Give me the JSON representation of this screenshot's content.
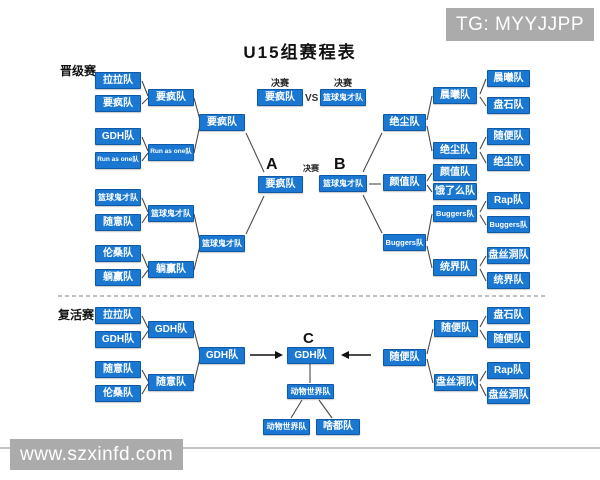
{
  "title": "U15组赛程表",
  "watermarks": {
    "top_right": "TG: MYYJJPP",
    "bottom_left": "www.szxinfd.com"
  },
  "labels": {
    "promotion": "晋级赛",
    "revival": "复活赛",
    "final_top_left": "决赛",
    "final_top_right": "决赛",
    "vs": "VS",
    "semifinal_center": "决赛",
    "slot_a": "A",
    "slot_b": "B",
    "slot_c": "C"
  },
  "final": {
    "left_team": "要疯队",
    "right_team": "篮球鬼才队"
  },
  "slots": {
    "a_team": "要疯队",
    "b_team": "篮球鬼才队",
    "c_team": "GDH队"
  },
  "promotion_left": {
    "round1": [
      "拉拉队",
      "要疯队",
      "GDH队",
      "Run as one队",
      "篮球鬼才队",
      "随意队",
      "伦桑队",
      "躺赢队"
    ],
    "round2": [
      "要疯队",
      "Run as one队",
      "篮球鬼才队",
      "躺赢队"
    ],
    "round3": [
      "要疯队",
      "篮球鬼才队"
    ]
  },
  "promotion_right": {
    "round1": [
      "晨曦队",
      "盘石队",
      "随便队",
      "绝尘队",
      "Rap队",
      "Buggers队",
      "盘丝洞队",
      "统界队"
    ],
    "round2": [
      "晨曦队",
      "绝尘队",
      "颜值队",
      "饿了么队",
      "Buggers队",
      "统界队"
    ],
    "round3": [
      "绝尘队",
      "颜值队",
      "Buggers队"
    ]
  },
  "revival_left": {
    "round1": [
      "拉拉队",
      "GDH队",
      "随意队",
      "伦桑队"
    ],
    "round2": [
      "GDH队",
      "随意队"
    ],
    "round3": [
      "GDH队"
    ]
  },
  "revival_right": {
    "round1": [
      "盘石队",
      "随便队",
      "Rap队",
      "盘丝洞队"
    ],
    "round2": [
      "随便队",
      "盘丝洞队"
    ],
    "round3": [
      "随便队"
    ]
  },
  "revival_center": {
    "semi": "动物世界队",
    "bottom": [
      "动物世界队",
      "啥都队"
    ]
  },
  "colors": {
    "box_blue": "#1a78d2",
    "box_border": "#0e5aa7",
    "line": "#4a4a4a",
    "watermark_bg": "#ababab"
  }
}
